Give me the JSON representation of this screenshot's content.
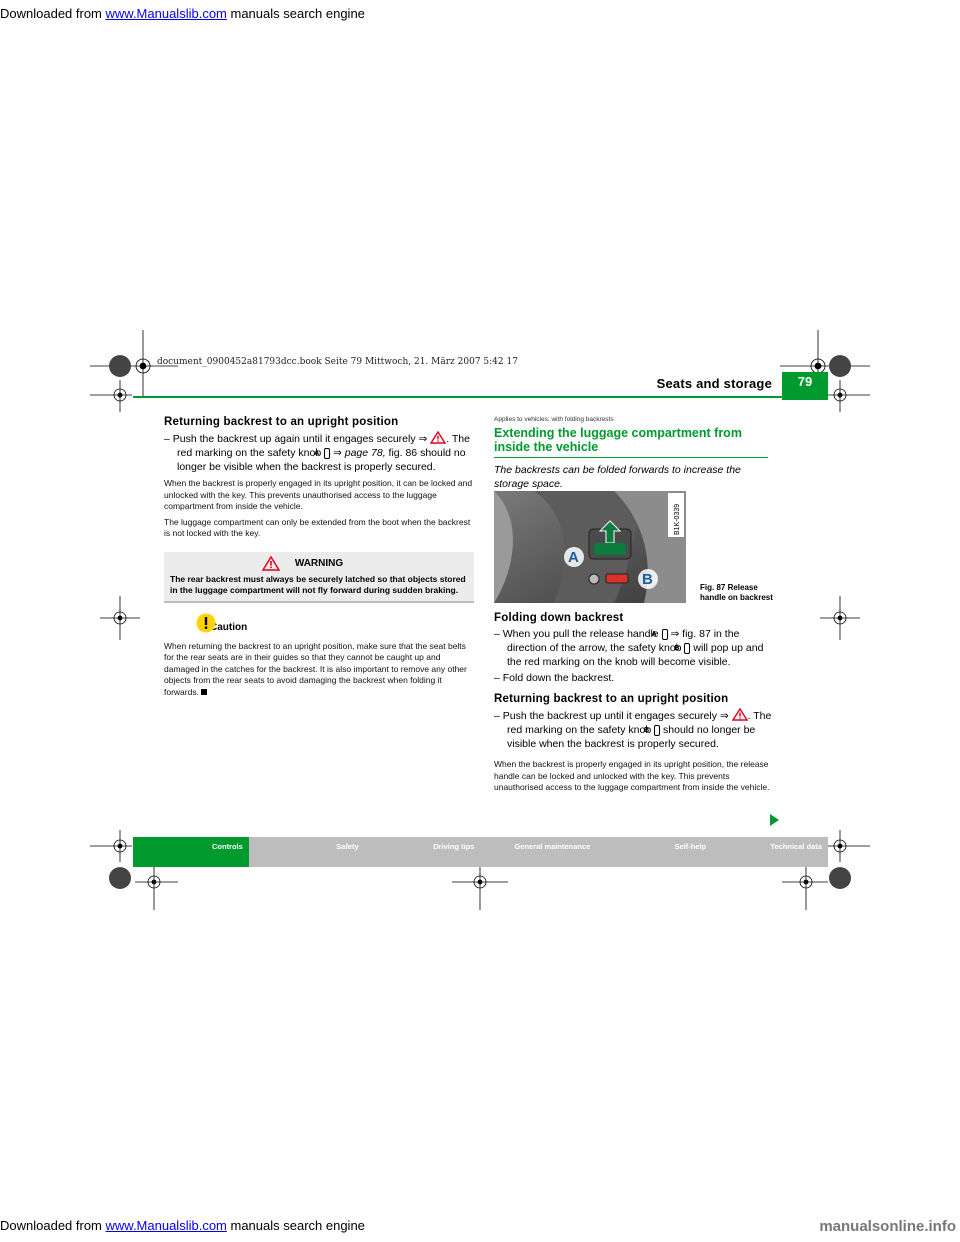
{
  "topbar": {
    "prefix": "Downloaded from ",
    "link": "www.Manualslib.com",
    "suffix": " manuals search engine"
  },
  "bookref": "document_0900452a81793dcc.book  Seite 79  Mittwoch, 21. März 2007  5:42 17",
  "header": {
    "title": "Seats and storage",
    "page": "79"
  },
  "left": {
    "heading": "Returning backrest to an upright position",
    "step_a": "– Push the backrest up again until it engages securely ⇒",
    "step_b": ". The red marking on the safety knob",
    "step_c": "⇒",
    "step_ref": "page 78,",
    "step_d": "fig. 86 should no longer be visible when the backrest is properly secured.",
    "para1": "When the backrest is properly engaged in its upright position, it can be locked and unlocked with the key. This prevents unauthorised access to the luggage compartment from inside the vehicle.",
    "para2": "The luggage compartment can only be extended from the boot when the backrest is not locked with the key.",
    "warning_title": "WARNING",
    "warning_text": "The rear backrest must always be securely latched so that objects stored in the luggage compartment will not fly forward during sudden braking.",
    "caution_title": "Caution",
    "caution_text": "When returning the backrest to an upright position, make sure that the seat belts for the rear seats are in their guides so that they cannot be caught up and damaged in the catches for the backrest. It is also important to remove any other objects from the rear seats to avoid damaging the backrest when folding it forwards."
  },
  "right": {
    "applies": "Applies to vehicles: with folding backrests",
    "heading": "Extending the luggage compartment from inside the vehicle",
    "lead": "The backrests can be folded forwards to increase the storage space.",
    "figure_code": "B1K-0339",
    "figure_caption": "Fig. 87  Release handle on backrest",
    "fold_heading": "Folding down backrest",
    "fold_step1_a": "– When you pull the release handle",
    "fold_step1_b": "⇒ fig. 87 in the direction of the arrow, the safety knob",
    "fold_step1_c": "will pop up and the red marking on the knob will become visible.",
    "fold_step2": "– Fold down the backrest.",
    "return_heading": "Returning backrest to an upright position",
    "return_step_a": "– Push the backrest up until it engages securely ⇒",
    "return_step_b": ". The red marking on the safety knob",
    "return_step_c": "should no longer be visible when the backrest is properly secured.",
    "para": "When the backrest is properly engaged in its upright position, the release handle can be locked and unlocked with the key. This prevents unauthorised access to the luggage compartment from inside the vehicle."
  },
  "badges": {
    "A": "A",
    "B": "B"
  },
  "footer": {
    "tabs": [
      "Controls",
      "Safety",
      "Driving tips",
      "General maintenance",
      "Self-help",
      "Technical data"
    ]
  },
  "bottombar": {
    "prefix": "Downloaded from ",
    "link": "www.Manualslib.com",
    "suffix": " manuals search engine",
    "right": "manualsonline.info"
  },
  "colors": {
    "accent": "#009a2e",
    "tab_inactive": "#bdbdbd",
    "warning_bg": "#ececec"
  }
}
